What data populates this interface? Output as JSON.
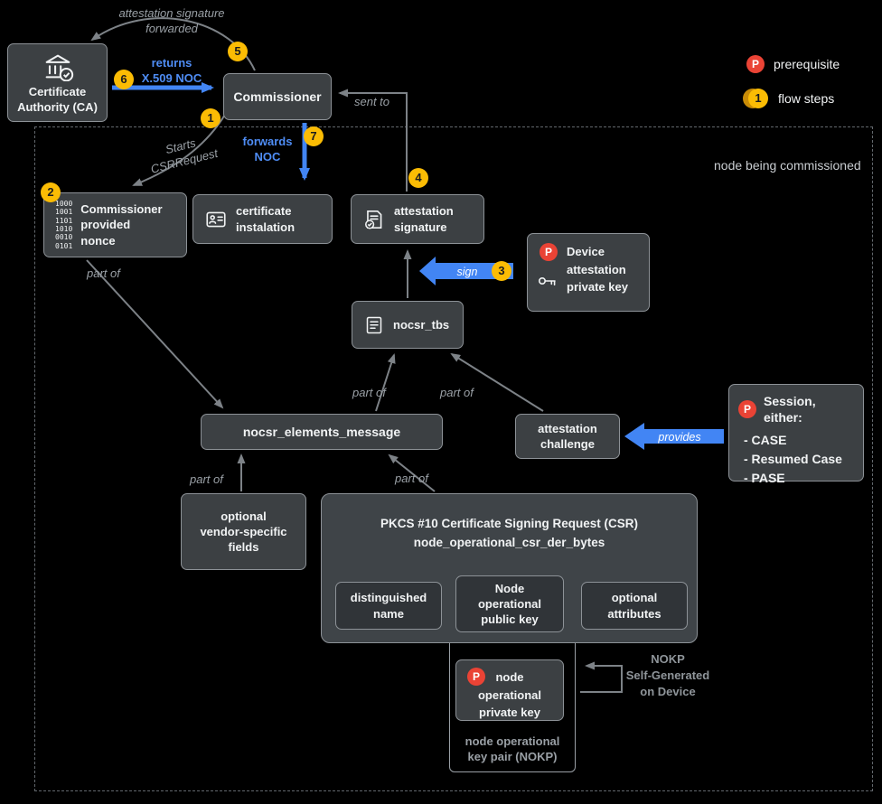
{
  "colors": {
    "accent_blue": "#4285f4",
    "step_yellow": "#fbbc04",
    "prerequisite_red": "#ea4335",
    "box_bg": "#3c4043",
    "canvas_bg": "#000000"
  },
  "legend": {
    "prerequisite_symbol": "P",
    "prerequisite_label": "prerequisite",
    "flow_steps_symbol": "1",
    "flow_steps_label": "flow steps"
  },
  "region": {
    "label": "node being commissioned"
  },
  "steps": {
    "s1": "1",
    "s2": "2",
    "s3": "3",
    "s4": "4",
    "s5": "5",
    "s6": "6",
    "s7": "7"
  },
  "nodes": {
    "ca": {
      "label": "Certificate Authority (CA)"
    },
    "commissioner": {
      "label": "Commissioner"
    },
    "nonce": {
      "label": "Commissioner\nprovided\nnonce",
      "binary": "1000\n1001\n1101\n1010\n0010\n0101"
    },
    "cert_install": {
      "label": "certificate\ninstalation"
    },
    "att_sig": {
      "label": "attestation\nsignature"
    },
    "device_key": {
      "badge": "P",
      "label": "Device\nattestation\nprivate key"
    },
    "nocsr_tbs": {
      "label": "nocsr_tbs"
    },
    "nocsr_elements": {
      "label": "nocsr_elements_message"
    },
    "att_challenge": {
      "label": "attestation\nchallenge"
    },
    "session": {
      "badge": "P",
      "label": "Session, either:",
      "options": "- CASE\n- Resumed Case\n- PASE"
    },
    "vendor_fields": {
      "label": "optional\nvendor-specific\nfields"
    },
    "pkcs": {
      "title": "PKCS #10 Certificate Signing Request (CSR)",
      "subtitle": "node_operational_csr_der_bytes"
    },
    "distinguished_name": {
      "label": "distinguished\nname"
    },
    "node_public_key": {
      "label": "Node\noperational\npublic key"
    },
    "optional_attributes": {
      "label": "optional\nattributes"
    },
    "node_private_key": {
      "badge": "P",
      "label": "node\noperational\nprivate key"
    },
    "nokp_group": {
      "label": "node operational\nkey pair (NOKP)"
    }
  },
  "edges": {
    "attestation_forwarded": "attestation signature\nforwarded",
    "returns_noc": "returns\nX.509 NOC",
    "starts_csr": "Starts\nCSRRequest",
    "forwards_noc": "forwards\nNOC",
    "sent_to": "sent to",
    "sign": "sign",
    "provides": "provides",
    "part_of": "part of",
    "nokp_self_generated": "NOKP\nSelf-Generated\non Device"
  }
}
